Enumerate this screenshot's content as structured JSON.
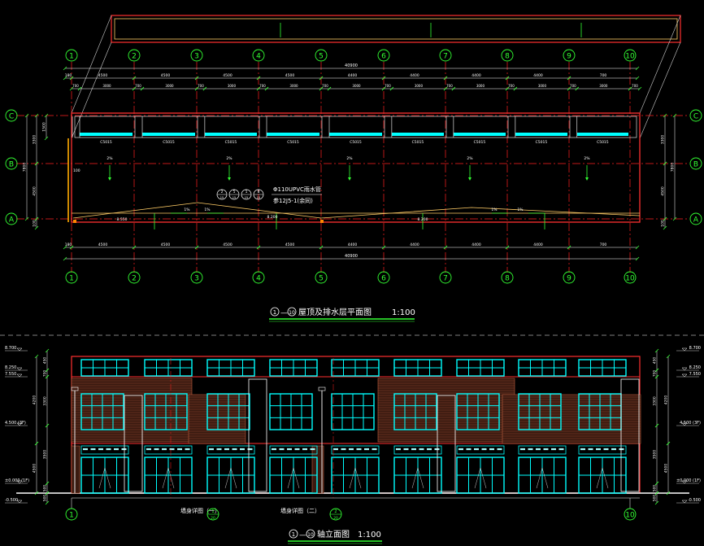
{
  "axes": [
    "1",
    "2",
    "3",
    "4",
    "5",
    "6",
    "7",
    "8",
    "9",
    "10"
  ],
  "rows": [
    "C",
    "B",
    "A"
  ],
  "dims": {
    "total": "40900",
    "top_row1": [
      "180",
      "4500",
      "4500",
      "4500",
      "4500",
      "4400",
      "4400",
      "4400",
      "4400",
      "700"
    ],
    "top_row2": [
      "700",
      "3000",
      "700",
      "3000",
      "700",
      "3000",
      "700",
      "3000",
      "700",
      "3000",
      "700",
      "3000",
      "700",
      "3000",
      "700",
      "3000",
      "700",
      "3000"
    ],
    "bottom_row": [
      "180",
      "4500",
      "4500",
      "4500",
      "4500",
      "4400",
      "4400",
      "4400",
      "4400",
      "700"
    ],
    "left_vertical": [
      "1500",
      "3300",
      "7800",
      "4500",
      "100"
    ],
    "right_vertical": [
      "3300",
      "7800",
      "4500",
      "100"
    ]
  },
  "windows": [
    "C5015",
    "C5015",
    "C5015",
    "C5015",
    "C5015",
    "C5015",
    "C5015",
    "C5015",
    "C5015"
  ],
  "roof_notes": {
    "slopes": [
      "1%",
      "1%",
      "1%",
      "1%"
    ],
    "gradients": [
      "2%",
      "2%",
      "2%",
      "2%"
    ],
    "elevations": [
      "8.550",
      "8.200",
      "8.200"
    ],
    "drain_note": "Φ110UPVC雨水管",
    "drain_ref": "参12J5-1(余同)",
    "details": [
      "2",
      "5",
      "1",
      "8"
    ],
    "detail_sheet": "15",
    "label_100": "100"
  },
  "titles": {
    "plan": "屋顶及排水层平面图",
    "plan_axis_from": "1",
    "plan_axis_to": "10",
    "plan_scale": "1:100",
    "elevation": "轴立面图",
    "elev_axis_from": "1",
    "elev_axis_to": "10",
    "elev_scale": "1:100"
  },
  "elevation": {
    "levels_left": [
      "8.700",
      "8.250",
      "7.550",
      "4.500 (3F)",
      "±0.000 (1F)",
      "-0.500"
    ],
    "levels_right": [
      "8.700",
      "8.250",
      "7.550",
      "4.500 (3F)",
      "±0.000 (1F)",
      "-0.500"
    ],
    "dims_left": [
      "450",
      "700",
      "3300",
      "3500",
      "500",
      "500"
    ],
    "dims_right": [
      "450",
      "700",
      "3300",
      "3500",
      "500",
      "500"
    ],
    "section_labels": [
      "墙身详图（一）",
      "墙身详图（二）"
    ],
    "section_nums": [
      "1",
      "2"
    ],
    "section_sheet": "20",
    "axis_left": "1",
    "axis_right": "10"
  },
  "colors": {
    "bg": "#000000",
    "grid": "#ff2020",
    "axis_bubble": "#33ff33",
    "dim": "#ffffff",
    "wall": "#ff3030",
    "window": "#00ffff",
    "roof": "#ffcc66",
    "brick": "#c06040"
  }
}
